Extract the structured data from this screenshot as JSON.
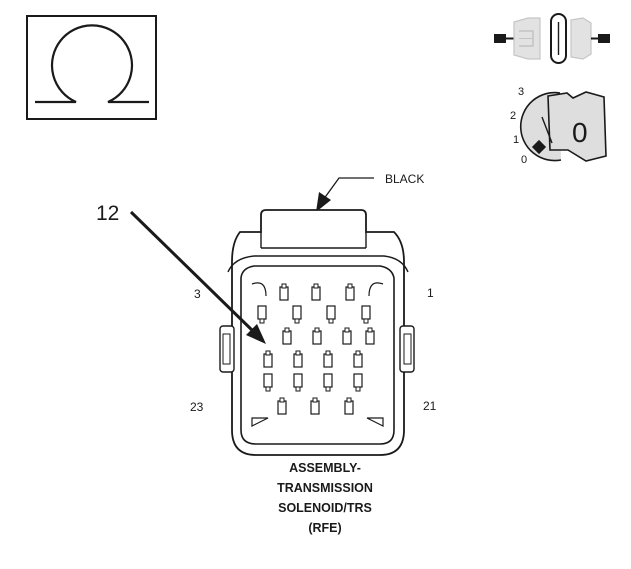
{
  "ohm_symbol": "Ω",
  "ignition": {
    "positions": [
      "3",
      "2",
      "1",
      "0"
    ],
    "key_glyph": "0"
  },
  "connector": {
    "color_label": "BLACK",
    "callout_pin": "12",
    "pin_labels": {
      "top_left": "3",
      "top_right": "1",
      "bottom_left": "23",
      "bottom_right": "21"
    },
    "caption": [
      "ASSEMBLY-",
      "TRANSMISSION",
      "SOLENOID/TRS",
      "(RFE)"
    ]
  },
  "icons": [
    "ohmmeter-icon",
    "disconnected-connector-icon",
    "ignition-key-icon",
    "callout-arrow-icon"
  ]
}
